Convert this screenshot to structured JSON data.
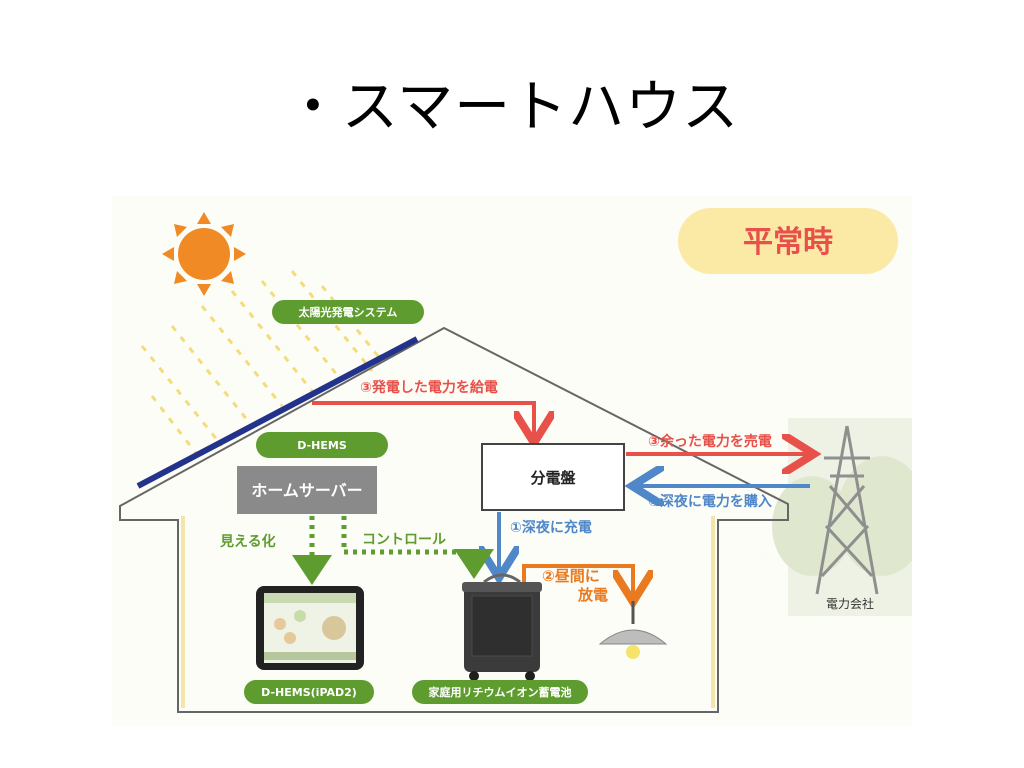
{
  "slide": {
    "title": "・スマートハウス"
  },
  "diagram": {
    "mode_label": "平常時",
    "solar_badge": "太陽光発電システム",
    "dhems_badge": "D-HEMS",
    "home_server": "ホームサーバー",
    "distribution_board": "分電盤",
    "flows": {
      "supply": "③発電した電力を給電",
      "sell": "③余った電力を売電",
      "buy": "①深夜に電力を購入",
      "charge": "①深夜に充電",
      "discharge_line1": "②昼間に",
      "discharge_line2": "放電",
      "visualize": "見える化",
      "control": "コントロール"
    },
    "ipad_badge": "D-HEMS(iPAD2)",
    "battery_badge": "家庭用リチウムイオン蓄電池",
    "utility_label": "電力会社",
    "colors": {
      "green_badge": "#5e9c2f",
      "red_arrow": "#e8504a",
      "blue_arrow": "#4f87c8",
      "orange_arrow": "#ea7a20",
      "sun": "#f08a24",
      "mode_bubble": "#fbe9a6",
      "solar_panel": "#23338c"
    }
  }
}
